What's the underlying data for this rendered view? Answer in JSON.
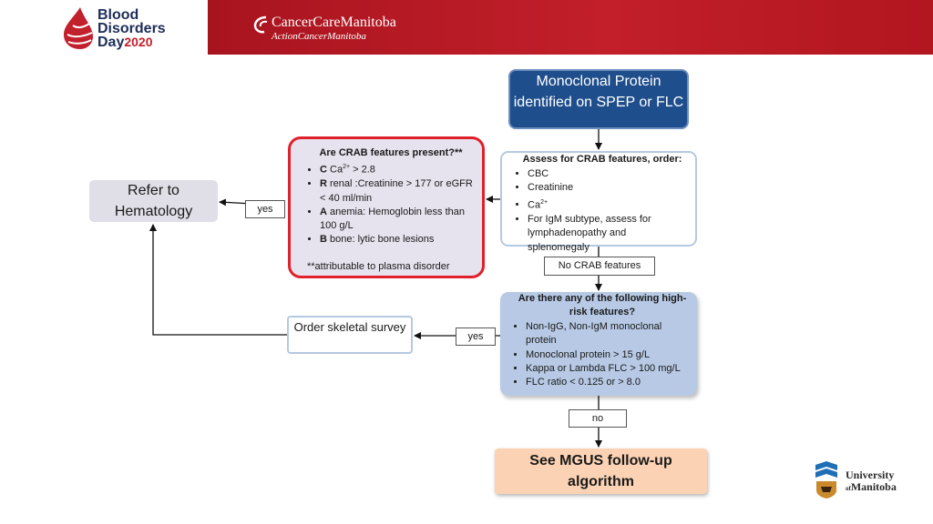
{
  "banner": {
    "bdd_logo": {
      "line1": "Blood",
      "line2": "Disorders",
      "line3": "Day",
      "year": "2020"
    },
    "ccm_logo": {
      "main": "CancerCareManitoba",
      "sub": "ActionCancerManitoba"
    },
    "colors": {
      "red": "#c21f2a",
      "navy": "#1e2d5a"
    }
  },
  "nodes": {
    "monoclonal": {
      "text": "Monoclonal Protein identified on SPEP or FLC"
    },
    "assess": {
      "title": "Assess for CRAB features, order:",
      "items": [
        "CBC",
        "Creatinine",
        "Ca",
        "For IgM subtype, assess for lymphadenopathy and splenomegaly"
      ],
      "ca_sup": "2+"
    },
    "crab": {
      "title": "Are CRAB features present?**",
      "c_letter": "C",
      "c_text_pre": "Ca",
      "c_sup": "2+",
      "c_text_post": "> 2.8",
      "r_letter": "R",
      "r_text": "renal :Creatinine > 177 or eGFR < 40 ml/min",
      "a_letter": "A",
      "a_text": "anemia: Hemoglobin less than 100 g/L",
      "b_letter": "B",
      "b_text": "bone: lytic bone lesions",
      "footnote": "**attributable to plasma disorder"
    },
    "refer": {
      "text": "Refer to Hematology"
    },
    "highrisk": {
      "title": "Are there any of the following high-risk features?",
      "items": [
        "Non-IgG, Non-IgM monoclonal protein",
        "Monoclonal protein > 15 g/L",
        "Kappa or Lambda FLC > 100 mg/L",
        "FLC ratio < 0.125 or > 8.0"
      ]
    },
    "skeletal": {
      "text": "Order skeletal survey"
    },
    "mgus": {
      "text": "See MGUS follow-up algorithm"
    }
  },
  "labels": {
    "yes_crab": "yes",
    "yes_highrisk": "yes",
    "no_crab": "No CRAB features",
    "no_highrisk": "no"
  },
  "footer_logo": {
    "line1": "University",
    "line2_prefix": "of",
    "line2": "Manitoba"
  }
}
